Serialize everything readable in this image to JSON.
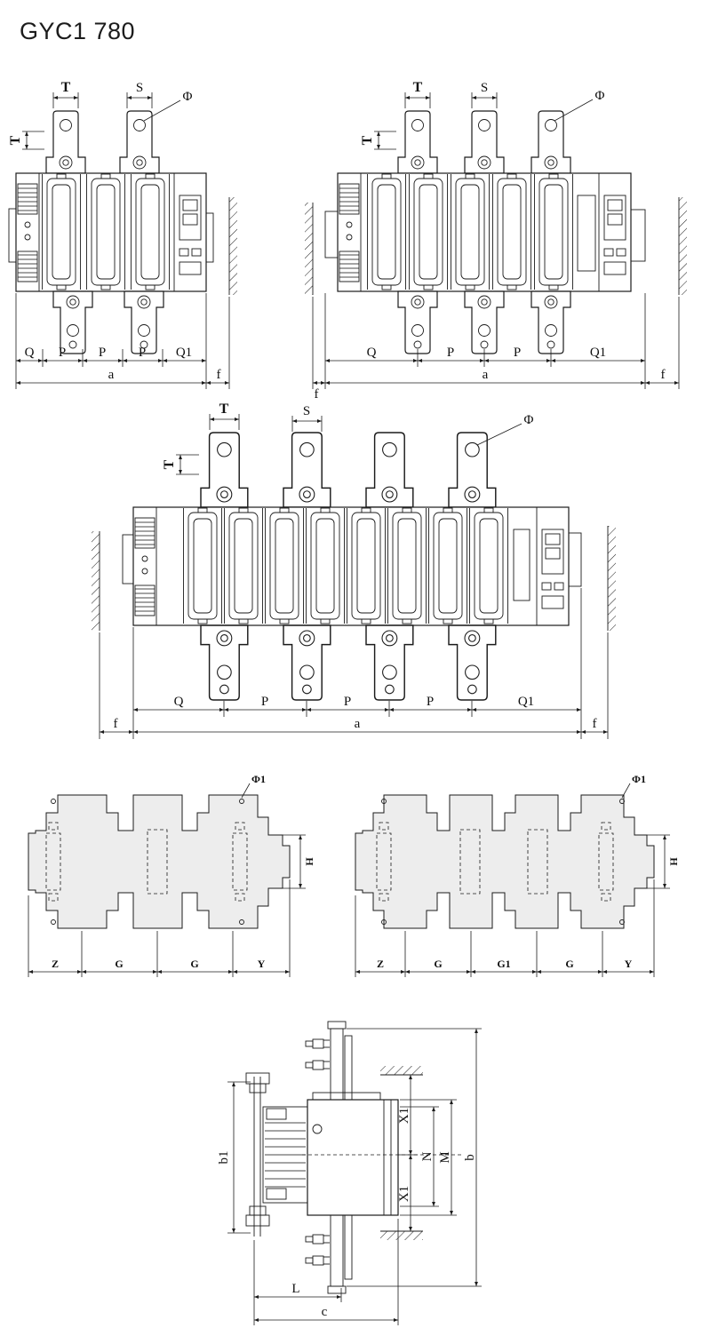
{
  "title": "GYC1 780",
  "view1": {
    "T_top": "T",
    "T_side": "T",
    "S": "S",
    "phi": "Φ",
    "Q": "Q",
    "P1": "P",
    "P2": "P",
    "P3": "P",
    "Q1": "Q1",
    "a": "a",
    "f": "f"
  },
  "view2": {
    "T_top": "T",
    "T_side": "T",
    "S": "S",
    "phi": "Φ",
    "Q": "Q",
    "P1": "P",
    "P2": "P",
    "Q1": "Q1",
    "f_left": "f",
    "a": "a",
    "f_right": "f"
  },
  "view3": {
    "T_top": "T",
    "T_side": "T",
    "S": "S",
    "phi": "Φ",
    "Q": "Q",
    "P1": "P",
    "P2": "P",
    "P3": "P",
    "Q1": "Q1",
    "f_left": "f",
    "a": "a",
    "f_right": "f"
  },
  "view4": {
    "phi1": "Φ1",
    "H": "H",
    "Z": "Z",
    "G1": "G",
    "G2": "G",
    "Y": "Y"
  },
  "view5": {
    "phi1": "Φ1",
    "H": "H",
    "Z": "Z",
    "G1": "G",
    "G_mid": "G1",
    "G2": "G",
    "Y": "Y"
  },
  "view6": {
    "b1": "b1",
    "X1_top": "X1",
    "N": "N",
    "M": "M",
    "X1_bottom": "X1",
    "b": "b",
    "L": "L",
    "c": "c"
  }
}
